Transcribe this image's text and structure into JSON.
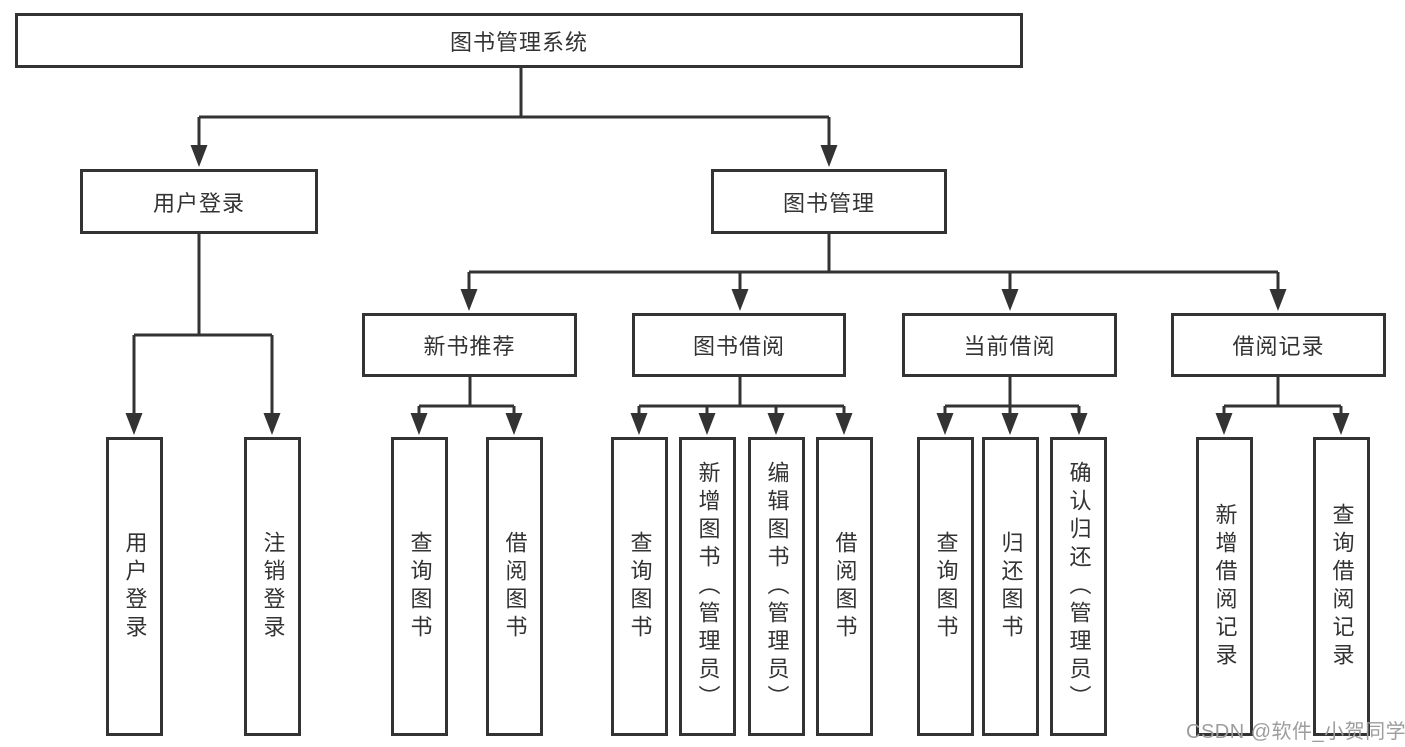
{
  "diagram_type": "functional-structure-tree",
  "tree": {
    "label": "图书管理系统",
    "children": [
      {
        "label": "用户登录",
        "children": [
          {
            "label": "用户登录"
          },
          {
            "label": "注销登录"
          }
        ]
      },
      {
        "label": "图书管理",
        "children": [
          {
            "label": "新书推荐",
            "children": [
              {
                "label": "查询图书"
              },
              {
                "label": "借阅图书"
              }
            ]
          },
          {
            "label": "图书借阅",
            "children": [
              {
                "label": "查询图书"
              },
              {
                "label": "新增图书（管理员）"
              },
              {
                "label": "编辑图书（管理员）"
              },
              {
                "label": "借阅图书"
              }
            ]
          },
          {
            "label": "当前借阅",
            "children": [
              {
                "label": "查询图书"
              },
              {
                "label": "归还图书"
              },
              {
                "label": "确认归还（管理员）"
              }
            ]
          },
          {
            "label": "借阅记录",
            "children": [
              {
                "label": "新增借阅记录"
              },
              {
                "label": "查询借阅记录"
              }
            ]
          }
        ]
      }
    ]
  },
  "watermark": {
    "text": "CSDN @软件_小贺同学"
  },
  "colors": {
    "line": "#333333",
    "box_border": "#333333",
    "box_fill": "#ffffff",
    "text": "#333333",
    "watermark": "#9d9d9d",
    "background": "#ffffff"
  }
}
